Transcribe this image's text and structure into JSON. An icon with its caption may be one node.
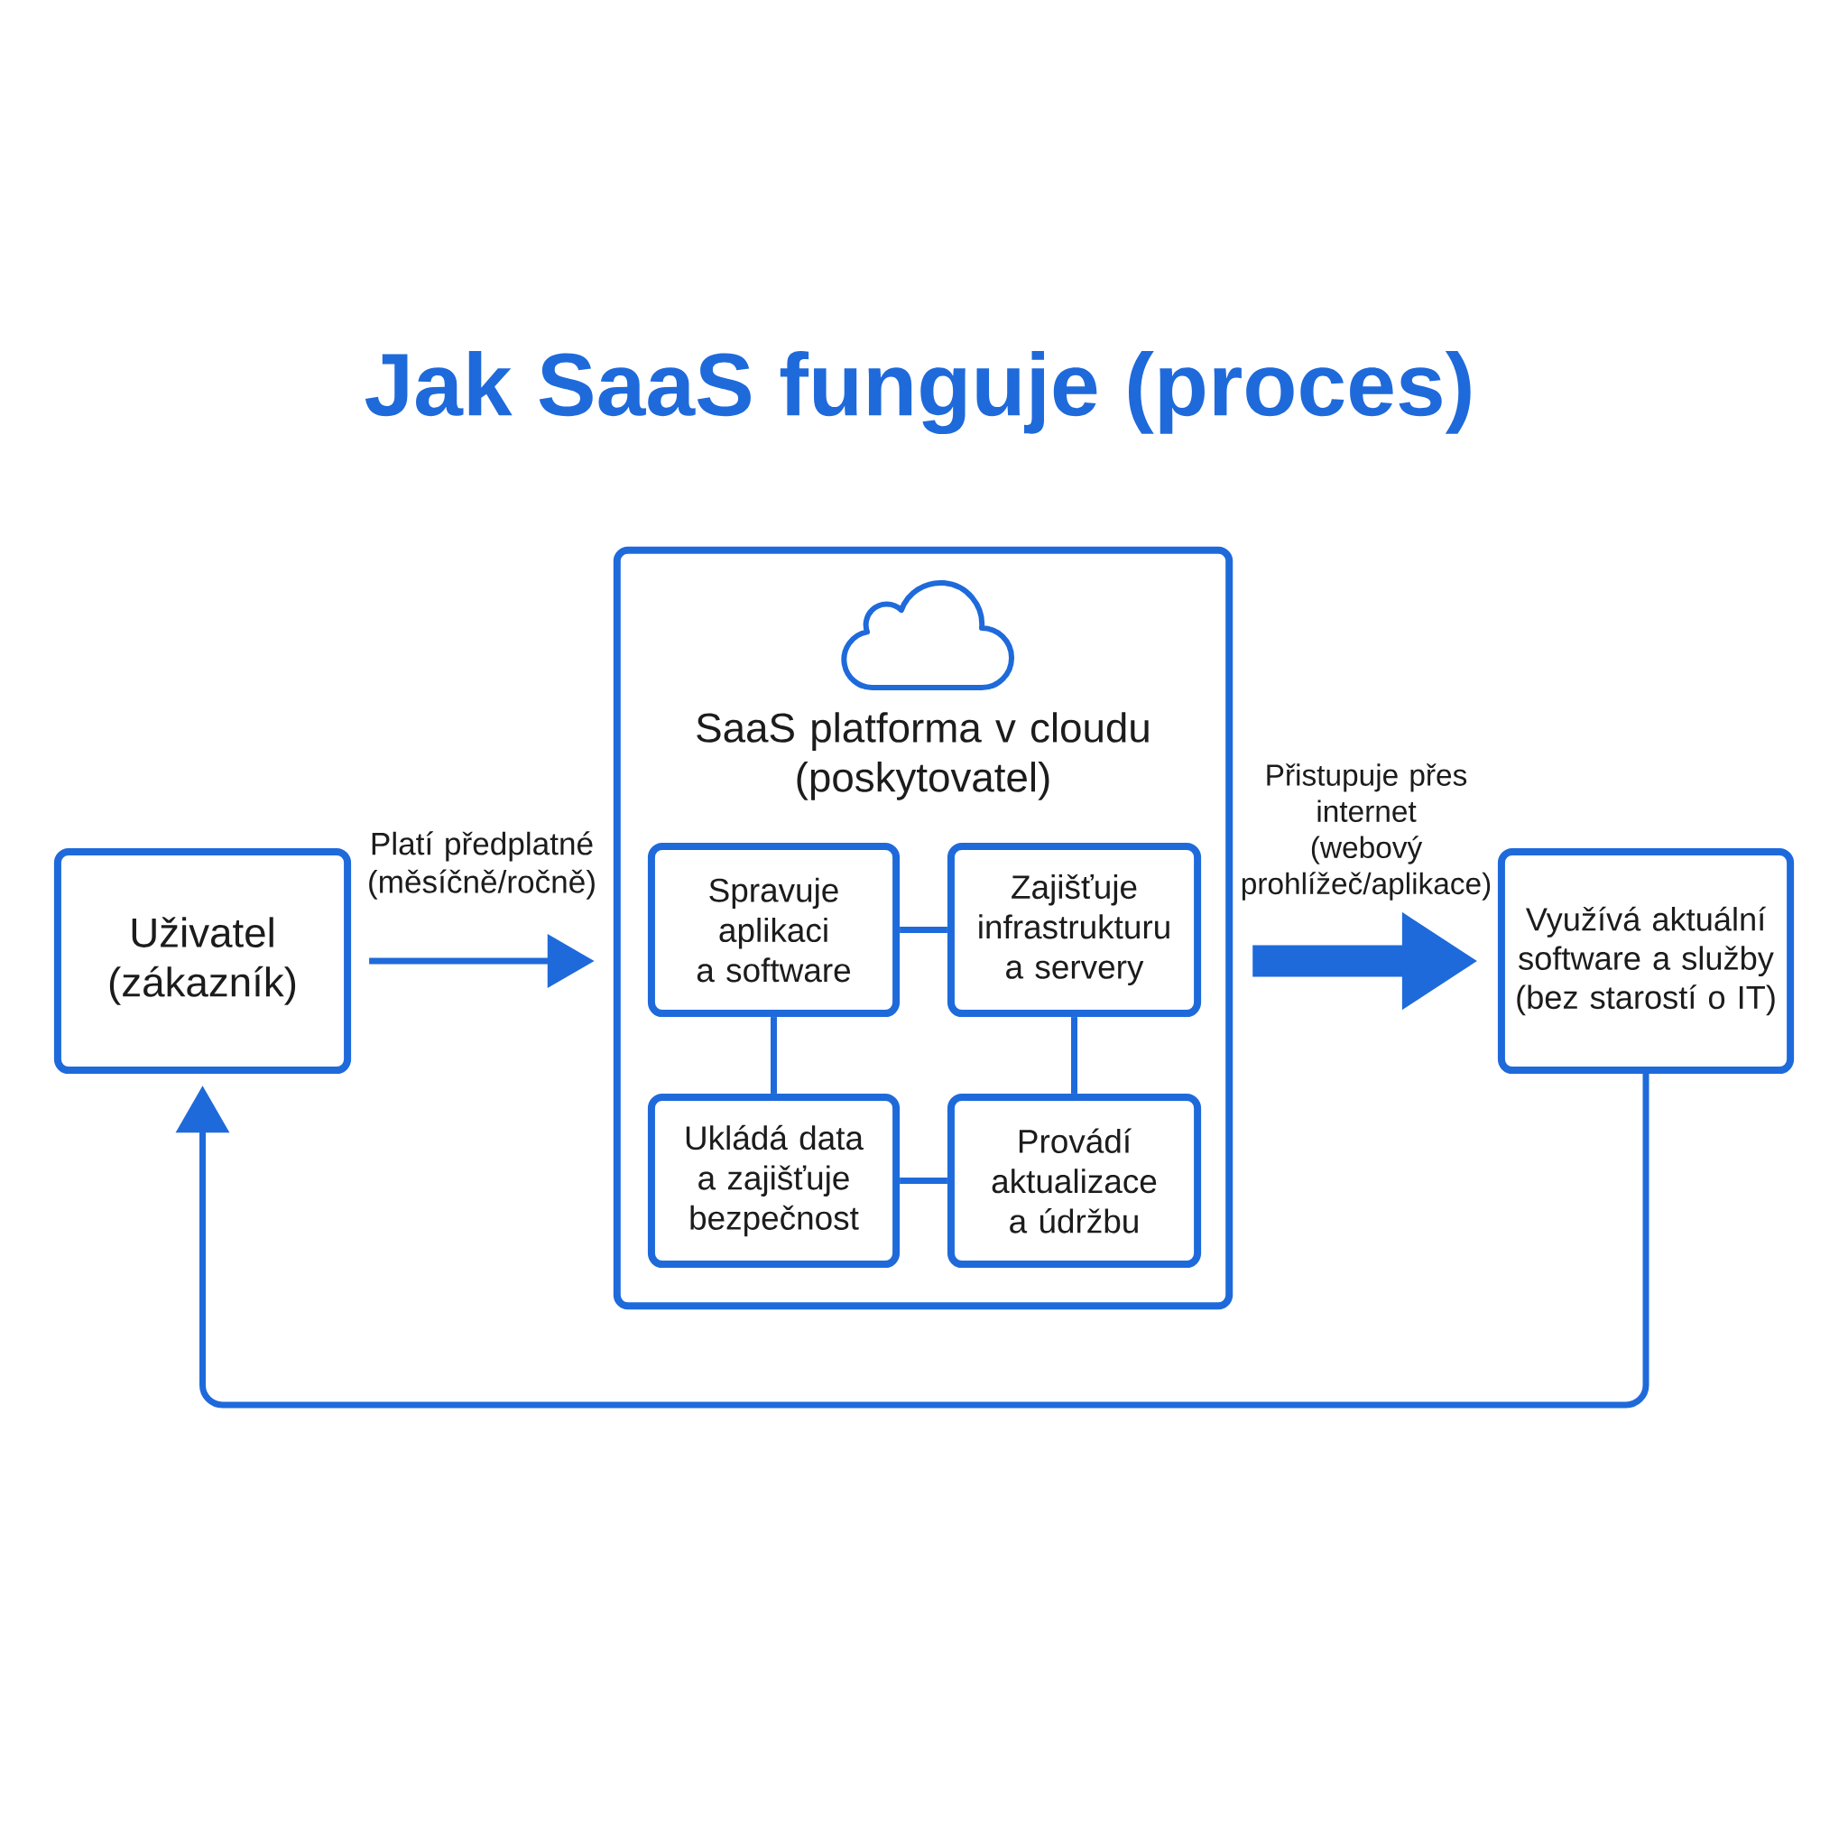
{
  "diagram": {
    "title": "Jak SaaS funguje (proces)",
    "nodes": [
      {
        "text": [
          "Uživatel (zákazník)"
        ]
      },
      {
        "text": [
          "SaaS platforma v cloudu (poskytovatel)"
        ]
      },
      {
        "text": [
          "Spravuje aplikaci a software"
        ],
        "in": 1
      },
      {
        "text": [
          "Zajišťuje infrastrukturu a servery"
        ],
        "in": 1
      },
      {
        "text": [
          "Ukládá data a zajišťuje bezpečnost"
        ],
        "in": 1
      },
      {
        "text": [
          "Provádí aktualizace a údržbu"
        ],
        "in": 1
      },
      {
        "text": [
          "Využívá aktuální software a služby (bez starostí o IT)"
        ]
      }
    ],
    "edges": [
      {
        "from": 0,
        "to": 1,
        "arrow": "to",
        "label": "Platí předplatné (měsíčně/ročně)"
      },
      {
        "from": 1,
        "to": 6,
        "arrow": "to",
        "label": "Přistupuje přes internet (webový prohlížeč/aplikace)",
        "style": "thick"
      },
      {
        "from": 6,
        "to": 0,
        "arrow": "to"
      },
      {
        "from": 2,
        "to": 3,
        "arrow": "none"
      },
      {
        "from": 2,
        "to": 4,
        "arrow": "none"
      },
      {
        "from": 3,
        "to": 5,
        "arrow": "none"
      },
      {
        "from": 4,
        "to": 5,
        "arrow": "none"
      }
    ]
  }
}
